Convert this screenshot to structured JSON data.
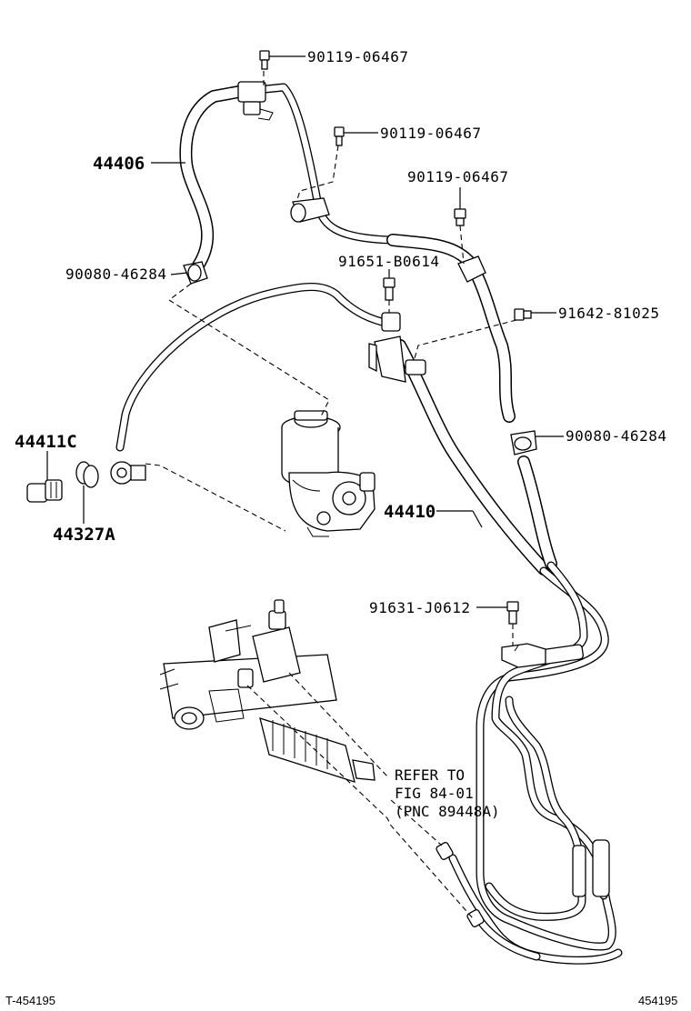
{
  "diagram": {
    "callouts": [
      {
        "key": "p1",
        "text": "90119-06467"
      },
      {
        "key": "p2",
        "text": "90119-06467"
      },
      {
        "key": "p3",
        "text": "90119-06467"
      },
      {
        "key": "p4",
        "text": "44406"
      },
      {
        "key": "p5",
        "text": "90080-46284"
      },
      {
        "key": "p6",
        "text": "91651-B0614"
      },
      {
        "key": "p7",
        "text": "91642-81025"
      },
      {
        "key": "p8",
        "text": "44411C"
      },
      {
        "key": "p9",
        "text": "90080-46284"
      },
      {
        "key": "p10",
        "text": "44327A"
      },
      {
        "key": "p11",
        "text": "44410"
      },
      {
        "key": "p12",
        "text": "91631-J0612"
      }
    ],
    "reference_note": [
      "REFER TO",
      "FIG 84-01",
      "(PNC 89448A)"
    ],
    "footer_left": "T-454195",
    "footer_right": "454195"
  }
}
